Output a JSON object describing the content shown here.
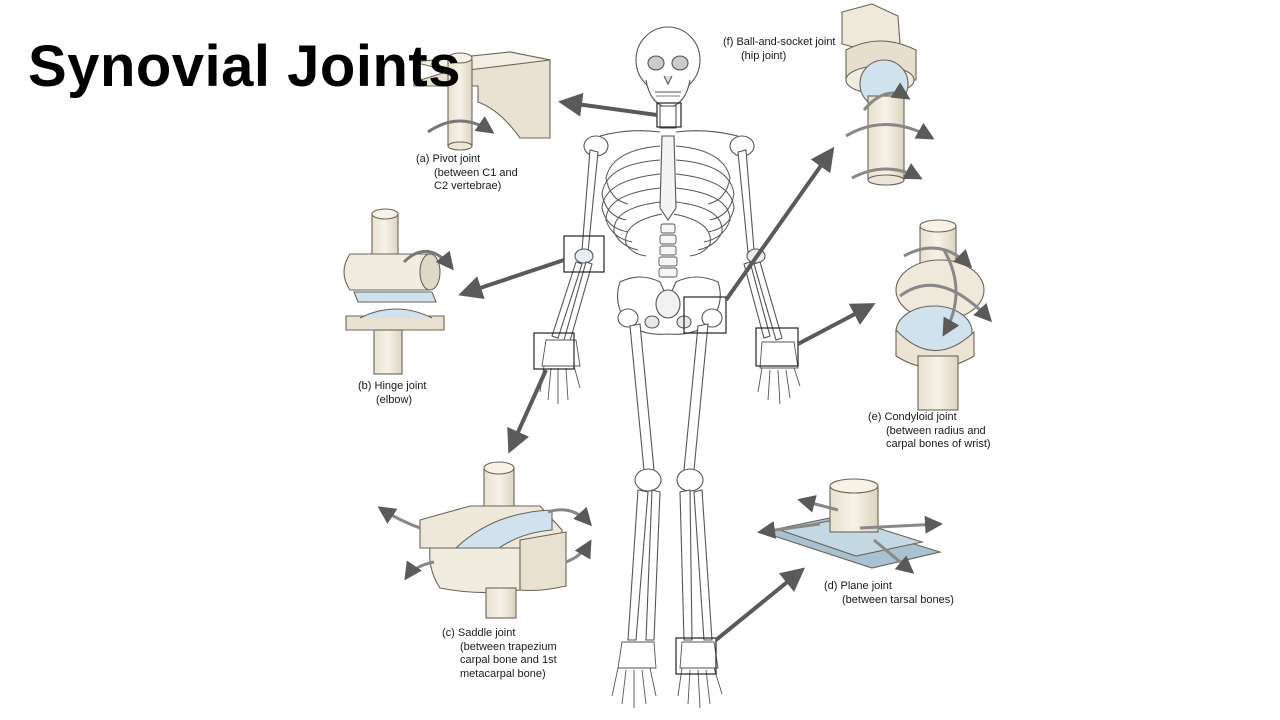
{
  "slide": {
    "title": "Synovial Joints"
  },
  "joints": {
    "pivot": {
      "line1": "(a) Pivot joint",
      "line2": "(between C1 and",
      "line3": "C2 vertebrae)"
    },
    "hinge": {
      "line1": "(b) Hinge joint",
      "line2": "(elbow)"
    },
    "saddle": {
      "line1": "(c) Saddle joint",
      "line2": "(between trapezium",
      "line3": "carpal bone and 1st",
      "line4": "metacarpal bone)"
    },
    "plane": {
      "line1": "(d) Plane joint",
      "line2": "(between tarsal bones)"
    },
    "condyloid": {
      "line1": "(e) Condyloid joint",
      "line2": "(between radius and",
      "line3": "carpal bones of wrist)"
    },
    "ballsocket": {
      "line1": "(f) Ball-and-socket joint",
      "line2": "(hip joint)"
    }
  },
  "colors": {
    "bone_fill": "#f1ece0",
    "bone_stroke": "#6b6458",
    "arrow": "#5a5a5a",
    "cartilage": "#cfe2ee",
    "plane_tile": "#b9cfdc"
  }
}
